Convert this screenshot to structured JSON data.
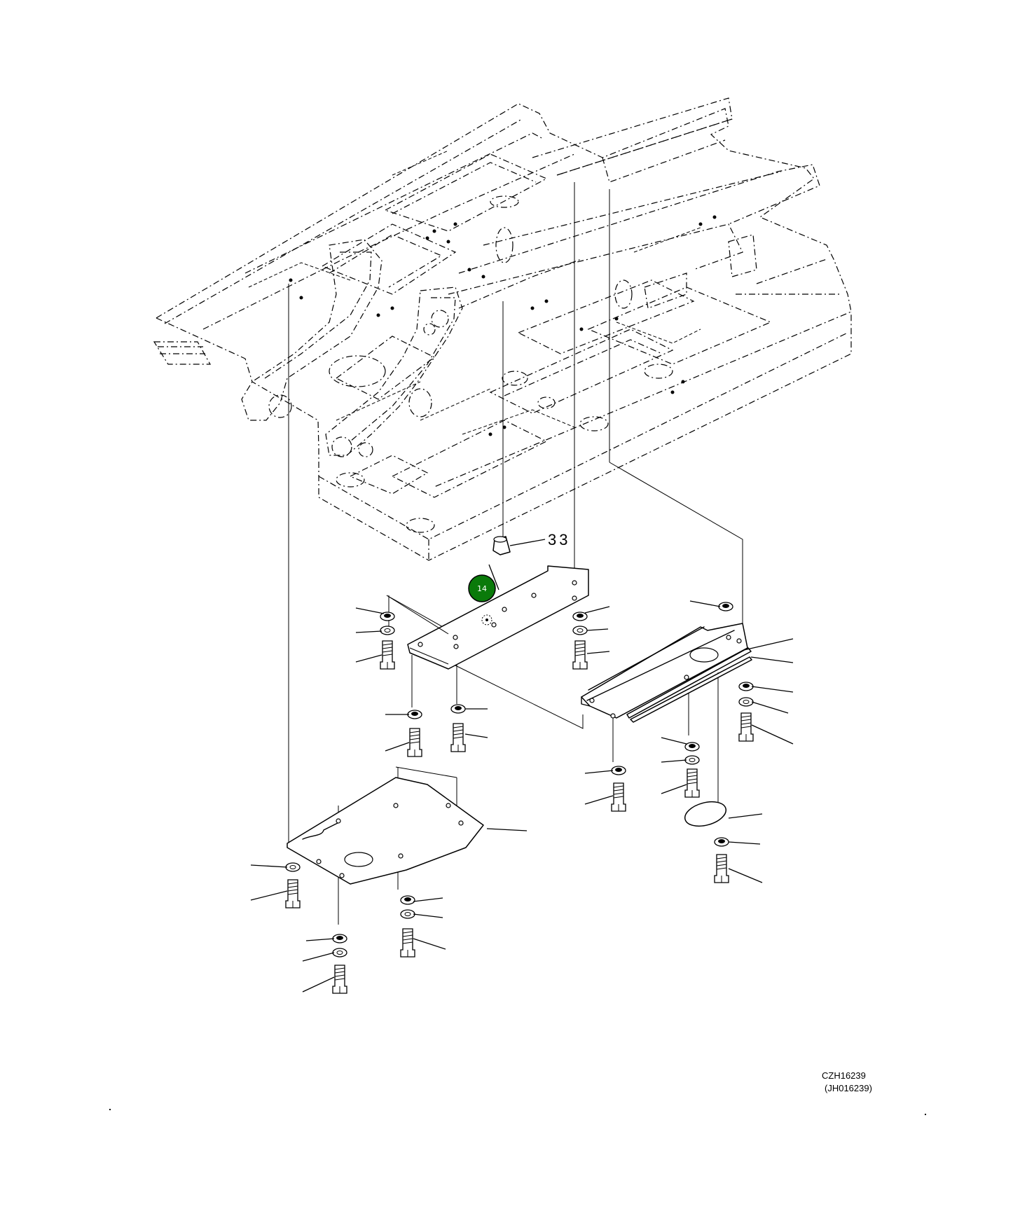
{
  "callouts": {
    "part_33": "33",
    "marker_14": "14"
  },
  "drawing_codes": {
    "primary": "CZH16239",
    "secondary": "(JH016239)"
  },
  "colors": {
    "marker_fill": "#0a7a0a",
    "marker_stroke": "#000000",
    "line": "#000000",
    "background": "#ffffff"
  }
}
